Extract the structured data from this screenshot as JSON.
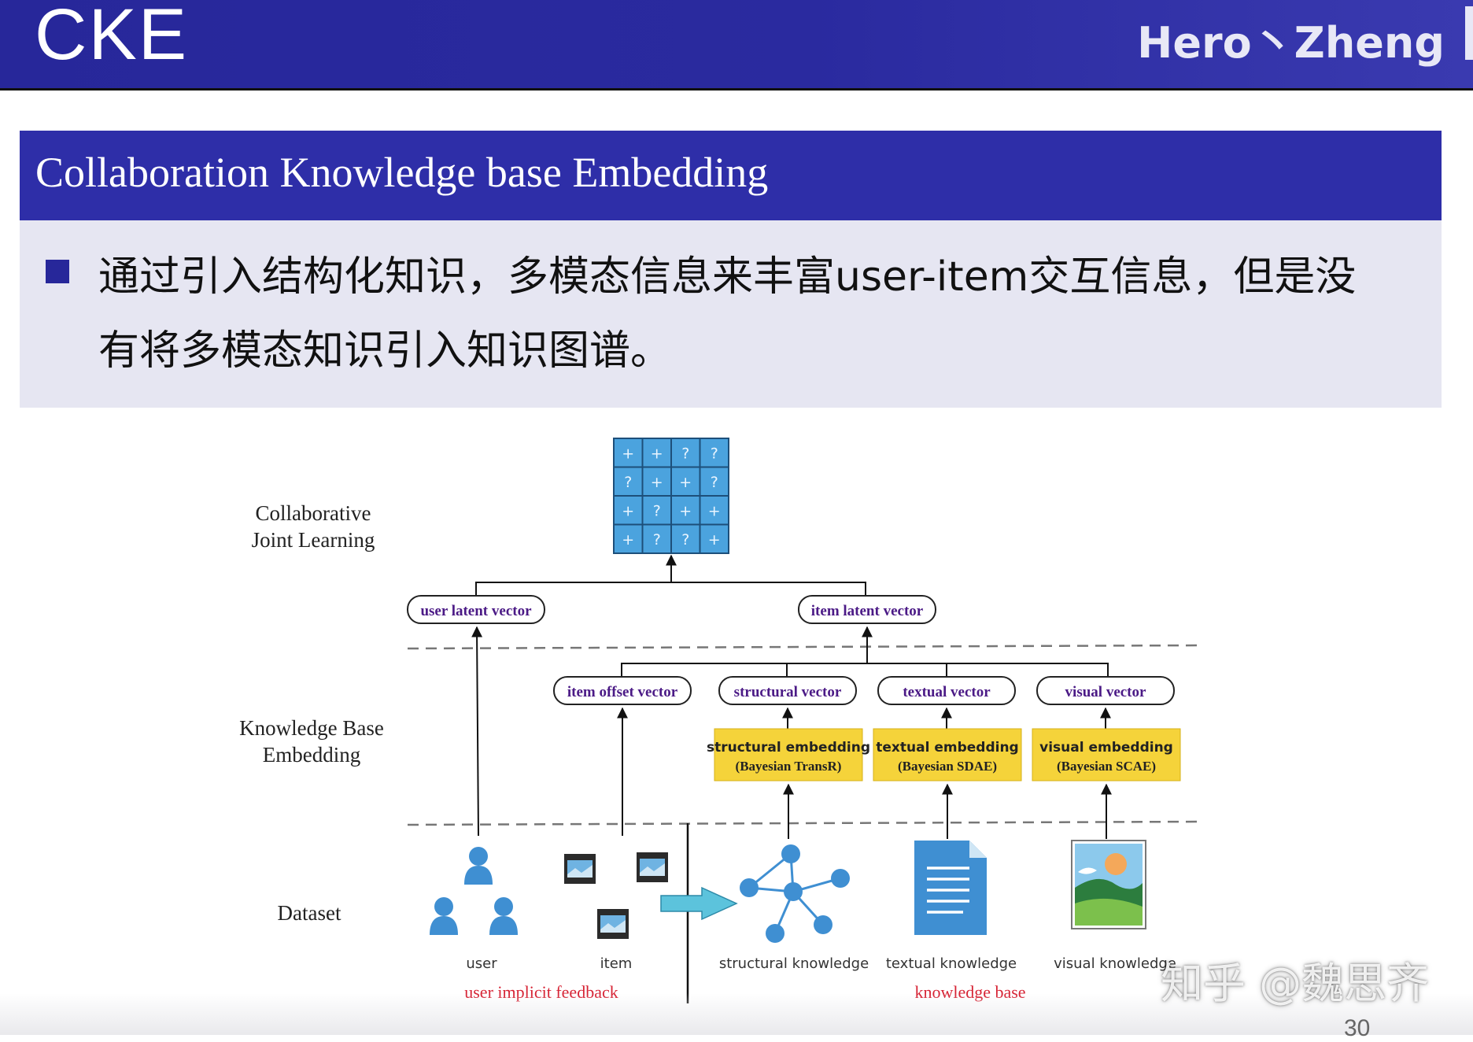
{
  "header": {
    "title": "CKE",
    "author": "Hero丶Zheng"
  },
  "banner": {
    "title": "Collaboration Knowledge base Embedding"
  },
  "bullet": {
    "text": "通过引入结构化知识，多模态信息来丰富user-item交互信息，但是没有将多模态知识引入知识图谱。"
  },
  "diagram": {
    "matrix": [
      [
        "+",
        "+",
        "?",
        "?"
      ],
      [
        "?",
        "+",
        "+",
        "?"
      ],
      [
        "+",
        "?",
        "+",
        "+"
      ],
      [
        "+",
        "?",
        "?",
        "+"
      ]
    ],
    "layers": {
      "collab_line1": "Collaborative",
      "collab_line2": "Joint Learning",
      "kb_line1": "Knowledge Base",
      "kb_line2": "Embedding",
      "dataset": "Dataset"
    },
    "vectors": {
      "user_latent": "user latent vector",
      "item_latent": "item latent vector",
      "item_offset": "item offset vector",
      "structural": "structural vector",
      "textual": "textual vector",
      "visual": "visual vector"
    },
    "embeddings": {
      "structural_1": "structural embedding",
      "structural_2": "(Bayesian TransR)",
      "textual_1": "textual embedding",
      "textual_2": "(Bayesian SDAE)",
      "visual_1": "visual embedding",
      "visual_2": "(Bayesian SCAE)"
    },
    "dataset_labels": {
      "user": "user",
      "item": "item",
      "structural": "structural knowledge",
      "textual": "textual knowledge",
      "visual": "visual knowledge"
    },
    "groups": {
      "feedback": "user implicit feedback",
      "kb": "knowledge base"
    },
    "colors": {
      "matrix_cell": "#4ba3de",
      "embed_box": "#f5d33a",
      "vector_text": "#4b1a86",
      "group_text": "#d62233",
      "icon_blue": "#3f8fd2"
    }
  },
  "watermark": "知乎 @魏思齐",
  "page": {
    "number": "30"
  }
}
